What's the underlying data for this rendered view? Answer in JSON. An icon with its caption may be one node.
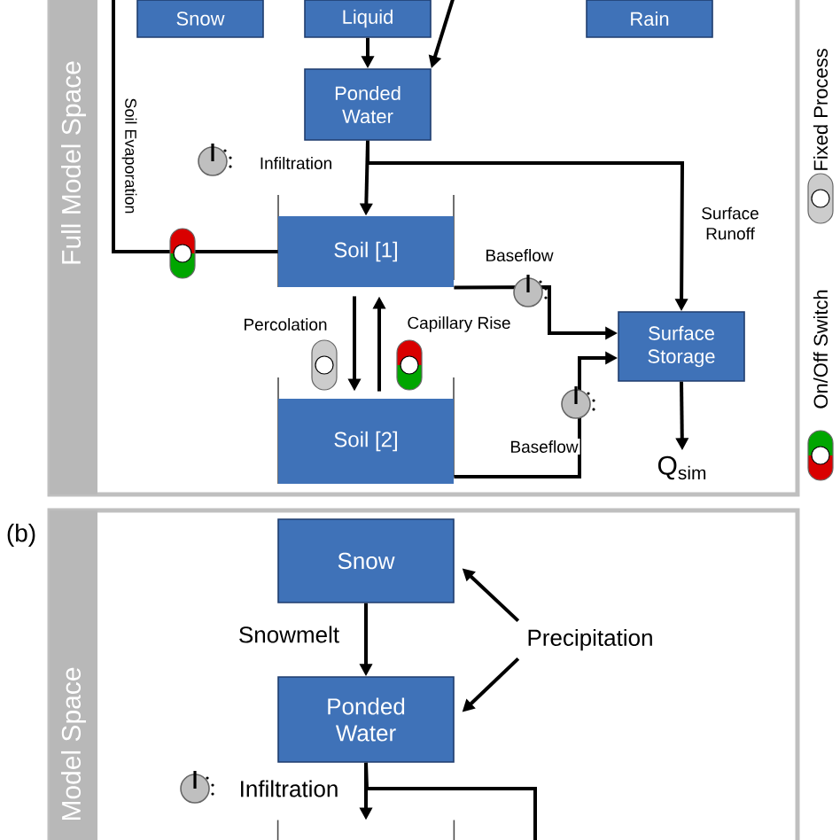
{
  "diagram": {
    "nodes": [
      {
        "text": [
          "Snow"
        ]
      },
      {
        "text": [
          "Liquid"
        ]
      },
      {
        "text": [
          "Rain"
        ]
      },
      {
        "text": [
          "Ponded Water"
        ]
      },
      {
        "text": [
          "Soil [1]"
        ]
      },
      {
        "text": [
          "Surface Storage"
        ]
      },
      {
        "text": [
          "Soil [2]"
        ]
      },
      {
        "text": [
          "Q$_{sim}$"
        ]
      },
      {
        "text": [
          "Snow"
        ]
      },
      {
        "text": [
          "Precipitation"
        ]
      },
      {
        "text": [
          "Ponded Water"
        ]
      },
      {
        "text": [],
        "shape": "box"
      }
    ],
    "edges": [
      {
        "from": null,
        "to": 3,
        "arrow": "to"
      },
      {
        "from": 1,
        "to": 3,
        "arrow": "to"
      },
      {
        "from": 4,
        "to": null,
        "arrow": "none",
        "label": "Soil Evaporation"
      },
      {
        "from": 3,
        "to": 4,
        "arrow": "to",
        "label": "Infiltration"
      },
      {
        "from": 3,
        "to": 5,
        "arrow": "to",
        "label": "Surface Runoff"
      },
      {
        "from": 4,
        "to": 5,
        "arrow": "to",
        "label": "Baseflow"
      },
      {
        "from": 4,
        "to": 6,
        "arrow": "to",
        "label": "Percolation"
      },
      {
        "from": 6,
        "to": 4,
        "arrow": "to",
        "label": "Capillary Rise"
      },
      {
        "from": 6,
        "to": 5,
        "arrow": "to",
        "label": "Baseflow"
      },
      {
        "from": 5,
        "to": 7,
        "arrow": "to"
      },
      {
        "from": 8,
        "to": 10,
        "arrow": "to",
        "label": "Snowmelt"
      },
      {
        "from": 9,
        "to": 8,
        "arrow": "to"
      },
      {
        "from": 9,
        "to": 10,
        "arrow": "to"
      },
      {
        "from": 10,
        "to": 11,
        "arrow": "to",
        "label": "Infiltration"
      },
      {
        "from": 10,
        "to": null,
        "arrow": "none"
      }
    ],
    "labels": [
      "Full Model Space",
      "(b)",
      "Model Space"
    ],
    "legend": [
      {
        "text": "Fixed Process"
      },
      {
        "text": "On/Off Switch"
      }
    ]
  }
}
